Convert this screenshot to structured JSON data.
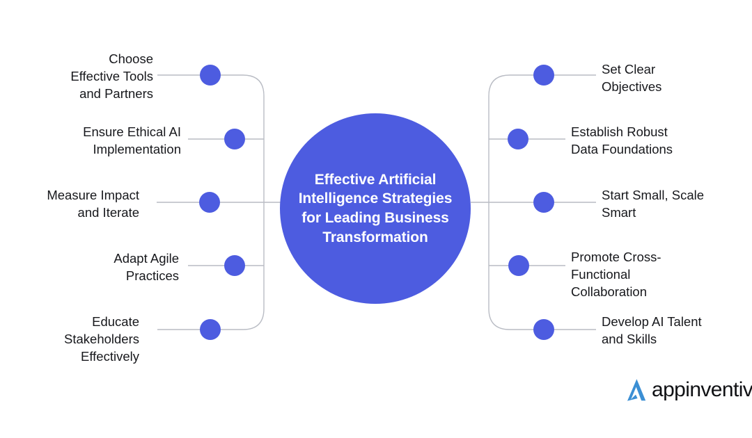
{
  "theme": {
    "background": "#ffffff",
    "accent": "#4d5ce0",
    "line": "#b9bcc4",
    "text": "#17181c",
    "hub_text": "#ffffff",
    "logo_mark": "#3b8fd4",
    "logo_word": "#101114"
  },
  "hub": {
    "title": "Effective Artificial Intelligence Strategies for Leading Business Transformation"
  },
  "left_branch": {
    "nodes": [
      {
        "label": "Choose\nEffective Tools\nand Partners"
      },
      {
        "label": "Ensure Ethical AI\nImplementation"
      },
      {
        "label": "Measure Impact\nand Iterate"
      },
      {
        "label": "Adapt Agile\nPractices"
      },
      {
        "label": "Educate\nStakeholders\nEffectively"
      }
    ]
  },
  "right_branch": {
    "nodes": [
      {
        "label": "Set Clear\nObjectives"
      },
      {
        "label": "Establish Robust\nData Foundations"
      },
      {
        "label": "Start Small, Scale\nSmart"
      },
      {
        "label": "Promote Cross-\nFunctional\nCollaboration"
      },
      {
        "label": "Develop AI Talent\nand Skills"
      }
    ]
  },
  "brand": {
    "name": "appinventiv",
    "mark": "a-chevron-logo-icon"
  }
}
